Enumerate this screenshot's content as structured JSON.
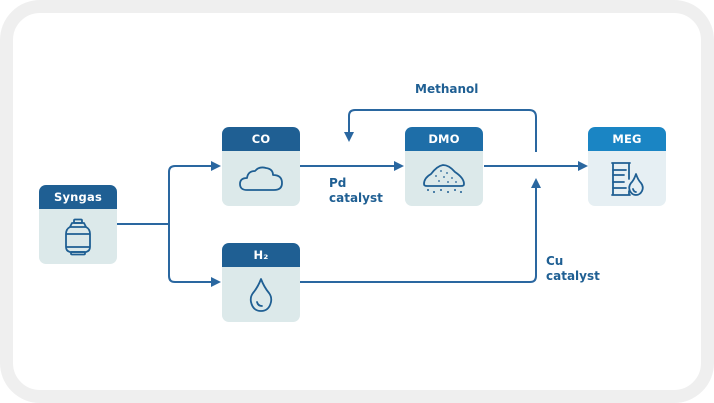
{
  "colors": {
    "header_dark": "#1f5f93",
    "header_mid": "#1e6ea8",
    "header_bright": "#1a85c4",
    "body_fill": "#dce9ea",
    "body_fill_light": "#e6eff3",
    "line": "#2a67a0",
    "frame": "#efefef"
  },
  "nodes": {
    "syngas": {
      "label": "Syngas",
      "icon": "gas-cylinder-icon"
    },
    "co": {
      "label": "CO",
      "icon": "cloud-icon"
    },
    "h2": {
      "label": "H₂",
      "icon": "water-drop-icon"
    },
    "dmo": {
      "label": "DMO",
      "icon": "powder-pile-icon"
    },
    "meg": {
      "label": "MEG",
      "icon": "barrel-drop-icon"
    }
  },
  "edge_labels": {
    "methanol": "Methanol",
    "pd_line1": "Pd",
    "pd_line2": "catalyst",
    "cu_line1": "Cu",
    "cu_line2": "catalyst"
  }
}
